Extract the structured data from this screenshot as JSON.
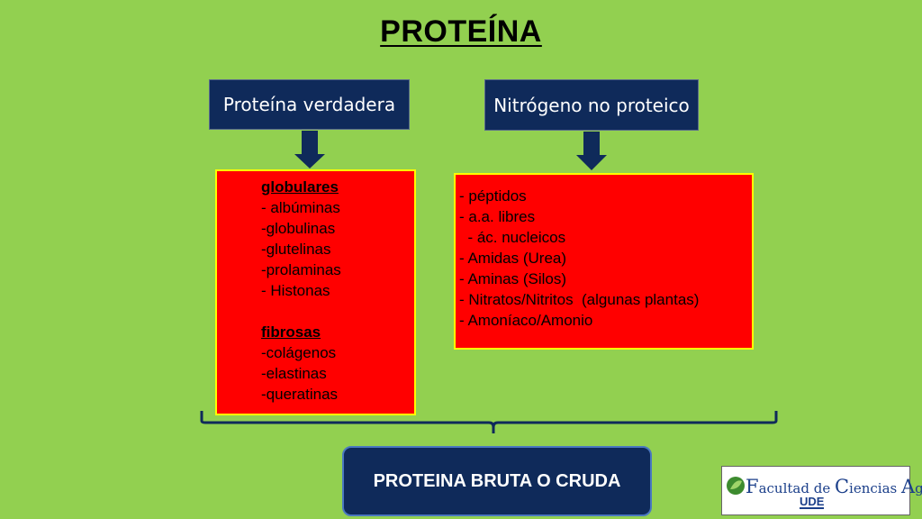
{
  "title": "PROTEÍNA",
  "left": {
    "heading": "Proteína verdadera",
    "group1": {
      "title": "globulares",
      "items": [
        "- albúminas",
        "-globulinas",
        "-glutelinas",
        "-prolaminas",
        "- Histonas"
      ]
    },
    "group2": {
      "title": "fibrosas",
      "items": [
        "-colágenos",
        "-elastinas",
        "-queratinas"
      ]
    }
  },
  "right": {
    "heading": "Nitrógeno no proteico",
    "items": [
      "- péptidos",
      "- a.a. libres",
      "  - ác. nucleicos",
      "- Amidas (Urea)",
      "- Aminas (Silos)",
      "- Nitratos/Nitritos  (algunas plantas)",
      "- Amoníaco/Amonio"
    ]
  },
  "bottom": {
    "label": "PROTEINA BRUTA O CRUDA"
  },
  "logo": {
    "F": "F",
    "acultad": "acultad de ",
    "C": "C",
    "iencias": "iencias ",
    "A": "A",
    "grarias": "grarias",
    "sub": "UDE"
  },
  "colors": {
    "background": "#92d050",
    "navy": "#0f2a5a",
    "red": "#ff0000",
    "border_yellow": "#ffff00"
  }
}
